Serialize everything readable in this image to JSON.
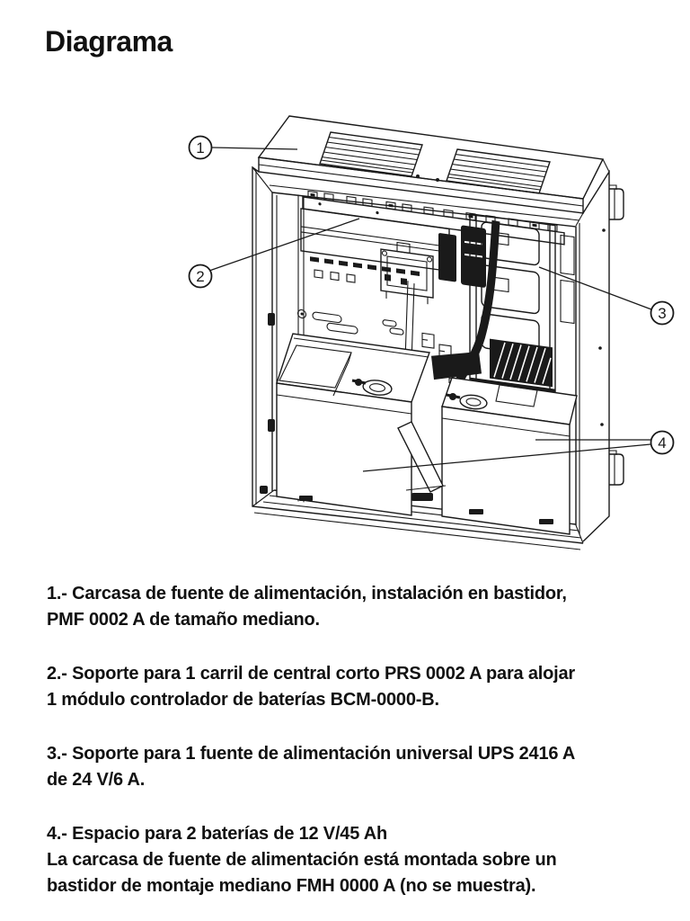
{
  "page": {
    "title": "Diagrama"
  },
  "diagram": {
    "description": "Vista isométrica de carcasa de fuente de alimentación abierta con dos baterías",
    "callouts": [
      {
        "number": "1"
      },
      {
        "number": "2"
      },
      {
        "number": "3"
      },
      {
        "number": "4"
      }
    ]
  },
  "notes": [
    {
      "lines": [
        "1.- Carcasa de fuente de alimentación, instalación en bastidor,",
        "PMF 0002 A de tamaño mediano."
      ]
    },
    {
      "lines": [
        "2.- Soporte para 1 carril de central corto PRS 0002 A para alojar",
        "1 módulo controlador de baterías BCM-0000-B."
      ]
    },
    {
      "lines": [
        "3.- Soporte para 1 fuente de alimentación universal UPS 2416 A",
        "de 24 V/6 A."
      ]
    },
    {
      "lines": [
        "4.- Espacio para 2 baterías de 12 V/45 Ah",
        "La carcasa de fuente de alimentación está montada sobre un",
        "bastidor de montaje mediano FMH 0000 A (no se muestra)."
      ]
    }
  ],
  "colors": {
    "ink": "#1a1a1a",
    "background": "#ffffff"
  }
}
